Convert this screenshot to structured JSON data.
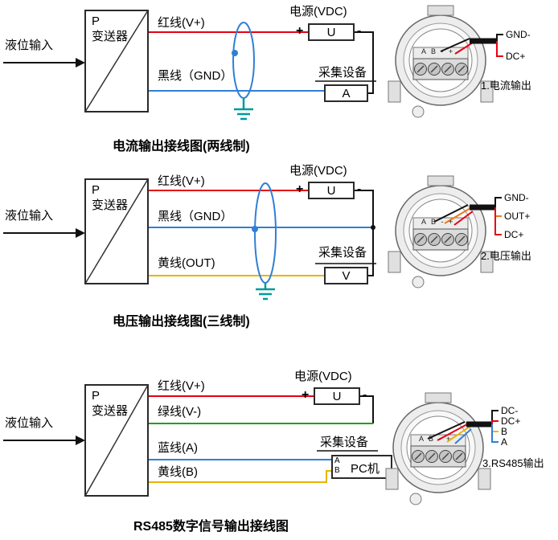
{
  "colors": {
    "red": "#e60012",
    "blue": "#2f7fd6",
    "yellow": "#e8b400",
    "green": "#1ea01e",
    "orange": "#f07818",
    "teal": "#00999a",
    "black": "#111111"
  },
  "diagrams": [
    {
      "input": "液位输入",
      "t_p": "P",
      "t_name": "变送器",
      "wire1": "红线(V+)",
      "wire2": "黑线（GND）",
      "power_label": "电源(VDC)",
      "plus": "+",
      "minus": "-",
      "power_unit": "U",
      "collector_label": "采集设备",
      "collector_unit": "A",
      "caption": "电流输出接线图(两线制)",
      "terminals": "A B - +",
      "out1": "GND-",
      "out2": "DC+",
      "device_caption": "1.电流输出"
    },
    {
      "input": "液位输入",
      "t_p": "P",
      "t_name": "变送器",
      "wire1": "红线(V+)",
      "wire2": "黑线（GND）",
      "wire3": "黄线(OUT)",
      "power_label": "电源(VDC)",
      "plus": "+",
      "minus": "-",
      "power_unit": "U",
      "collector_label": "采集设备",
      "collector_unit": "V",
      "caption": "电压输出接线图(三线制)",
      "terminals": "A B - +",
      "out1": "GND-",
      "out2": "OUT+",
      "out3": "DC+",
      "device_caption": "2.电压输出"
    },
    {
      "input": "液位输入",
      "t_p": "P",
      "t_name": "变送器",
      "wire1": "红线(V+)",
      "wire2": "绿线(V-)",
      "wire3": "蓝线(A)",
      "wire4": "黄线(B)",
      "power_label": "电源(VDC)",
      "plus": "+",
      "minus": "-",
      "power_unit": "U",
      "collector_label": "采集设备",
      "collector_unit": "PC机",
      "port_a": "A",
      "port_b": "B",
      "caption": "RS485数字信号输出接线图",
      "terminals": "A B - +",
      "out1": "DC-",
      "out2": "DC+",
      "out3": "B",
      "out4": "A",
      "device_caption": "3.RS485输出"
    }
  ]
}
